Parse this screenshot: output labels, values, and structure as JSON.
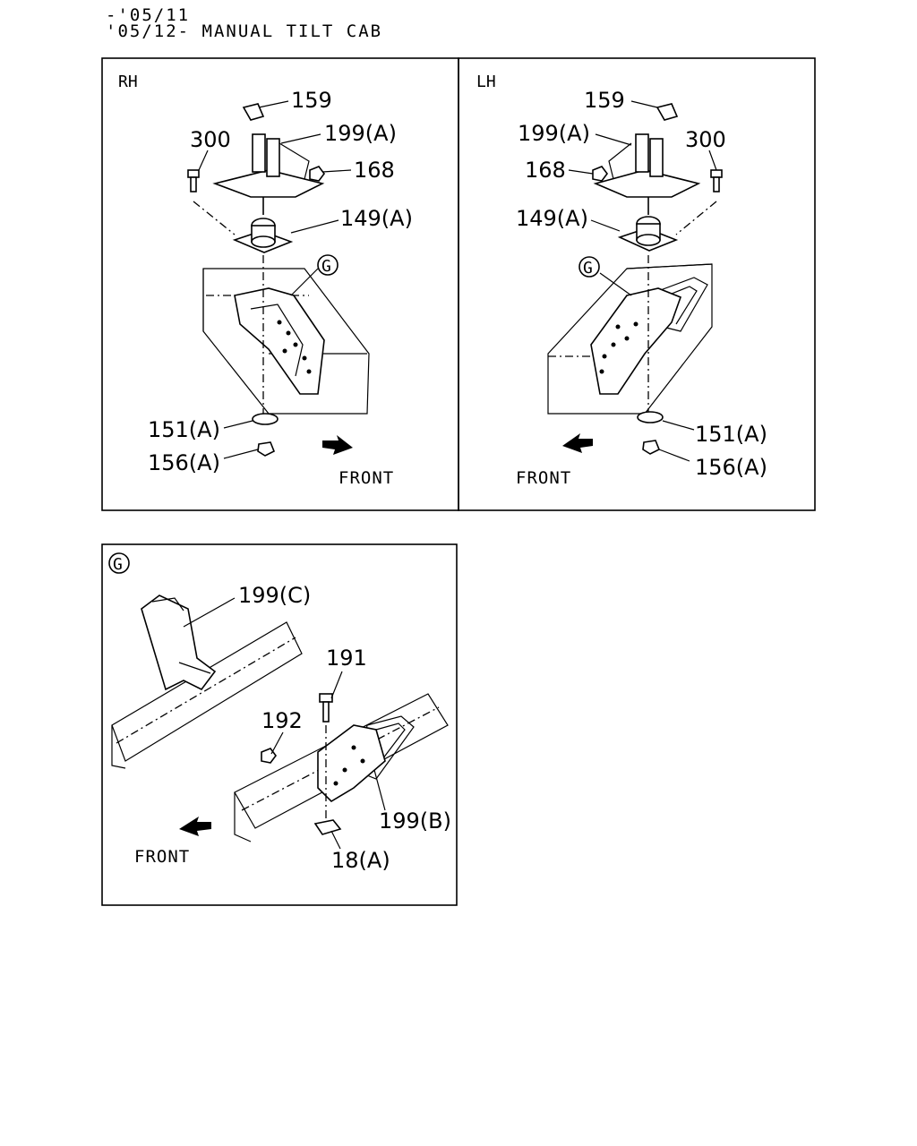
{
  "header": {
    "line1": "-'05/11",
    "line2": "'05/12- MANUAL TILT CAB"
  },
  "panels": {
    "rh": {
      "title": "RH",
      "front": "FRONT",
      "callouts": [
        "159",
        "199(A)",
        "300",
        "168",
        "149(A)",
        "G",
        "151(A)",
        "156(A)"
      ]
    },
    "lh": {
      "title": "LH",
      "front": "FRONT",
      "callouts": [
        "159",
        "199(A)",
        "300",
        "168",
        "149(A)",
        "G",
        "151(A)",
        "156(A)"
      ]
    },
    "detail_g": {
      "title": "G",
      "front": "FRONT",
      "callouts": [
        "199(C)",
        "191",
        "192",
        "199(B)",
        "18(A)"
      ]
    }
  }
}
